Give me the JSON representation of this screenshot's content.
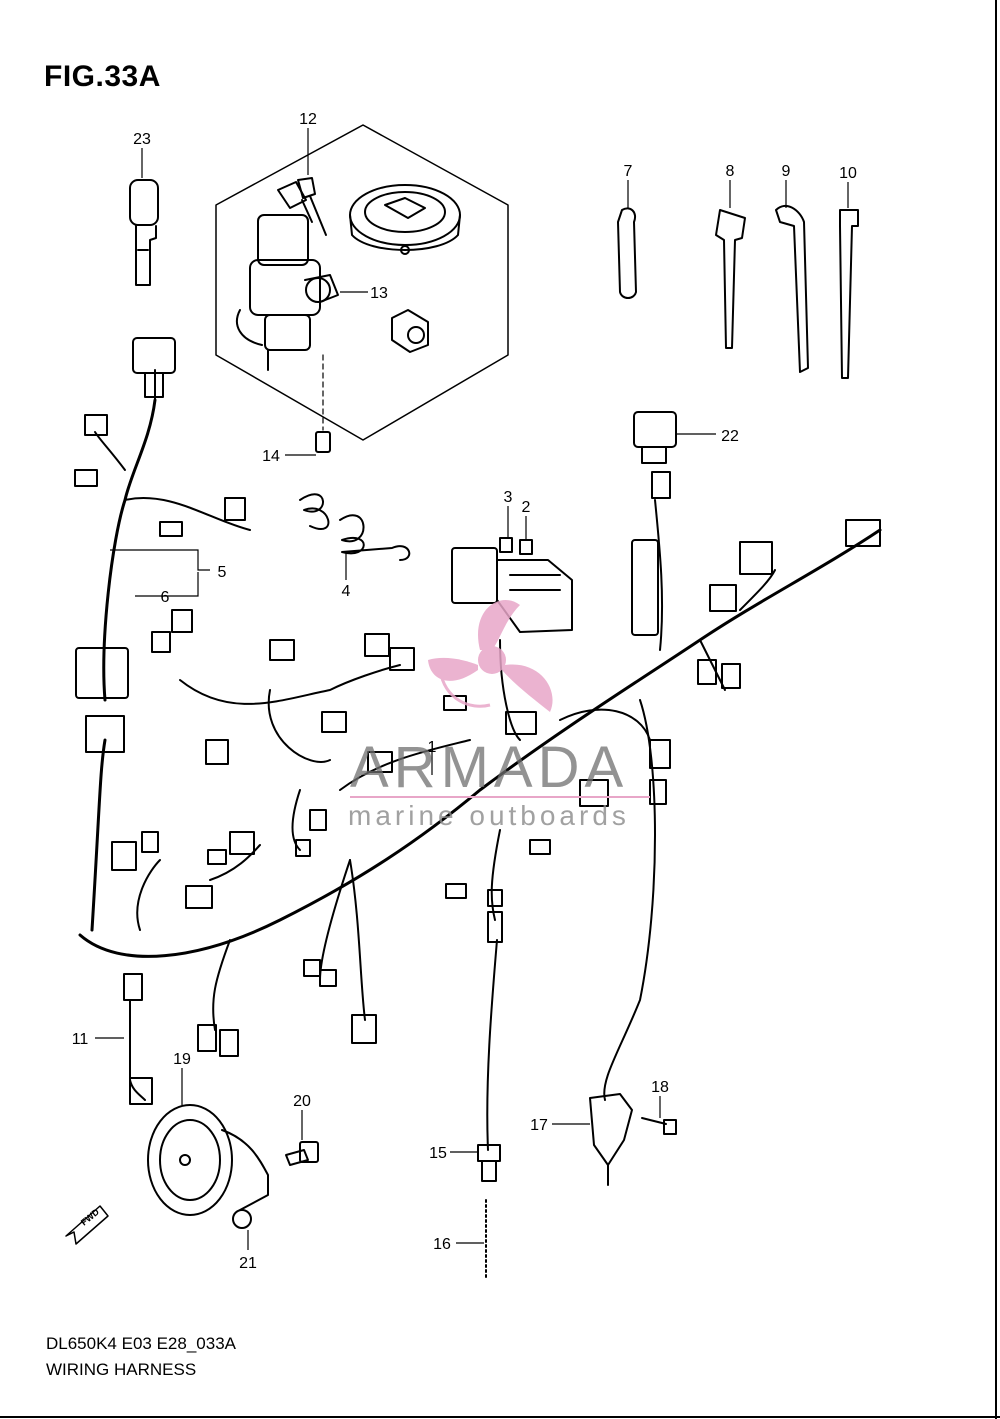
{
  "figure": {
    "title": "FIG.33A",
    "code": "DL650K4 E03 E28_033A",
    "name": "WIRING HARNESS"
  },
  "watermark": {
    "brand": "ARMADA",
    "tagline": "marine outboards",
    "accent_color": "#e8a6c8"
  },
  "callouts": [
    "1",
    "2",
    "3",
    "4",
    "5",
    "6",
    "7",
    "8",
    "9",
    "10",
    "11",
    "12",
    "13",
    "14",
    "15",
    "16",
    "17",
    "18",
    "19",
    "20",
    "21",
    "22",
    "23"
  ],
  "fwd_label": "FWD",
  "colors": {
    "line": "#000000",
    "background": "#ffffff"
  }
}
